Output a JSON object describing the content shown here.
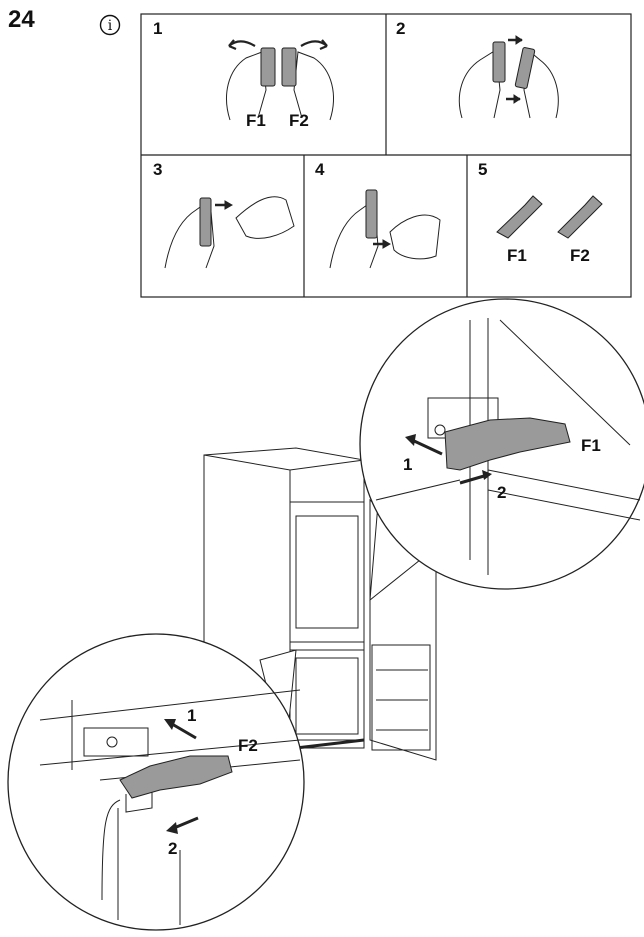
{
  "header": {
    "step_number": "24",
    "info_icon": "info-icon"
  },
  "panels": [
    {
      "label": "1",
      "parts": [
        "F1",
        "F2"
      ]
    },
    {
      "label": "2"
    },
    {
      "label": "3"
    },
    {
      "label": "4"
    },
    {
      "label": "5",
      "parts": [
        "F1",
        "F2"
      ]
    }
  ],
  "detail_top": {
    "part": "F1",
    "arrow_1": "1",
    "arrow_2": "2"
  },
  "detail_bottom": {
    "part": "F2",
    "arrow_1": "1",
    "arrow_2": "2"
  }
}
